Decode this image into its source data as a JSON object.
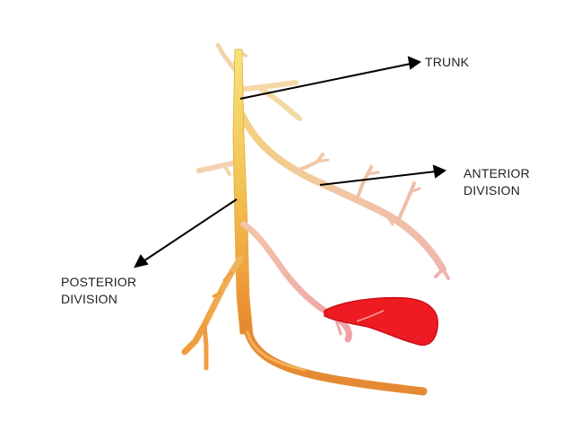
{
  "labels": {
    "trunk": "TRUNK",
    "anterior_line1": "ANTERIOR",
    "anterior_line2": "DIVISION",
    "posterior_line1": "POSTERIOR",
    "posterior_line2": "DIVISION"
  },
  "colors": {
    "vessel_top": "#f6dd6a",
    "vessel_mid": "#f2b24a",
    "vessel_bottom": "#e8762a",
    "pale_branch": "#f0c9a4",
    "kidney_fill": "#ee1c22",
    "kidney_edge": "#c8101a",
    "arrow": "#000000",
    "text": "#222222"
  }
}
